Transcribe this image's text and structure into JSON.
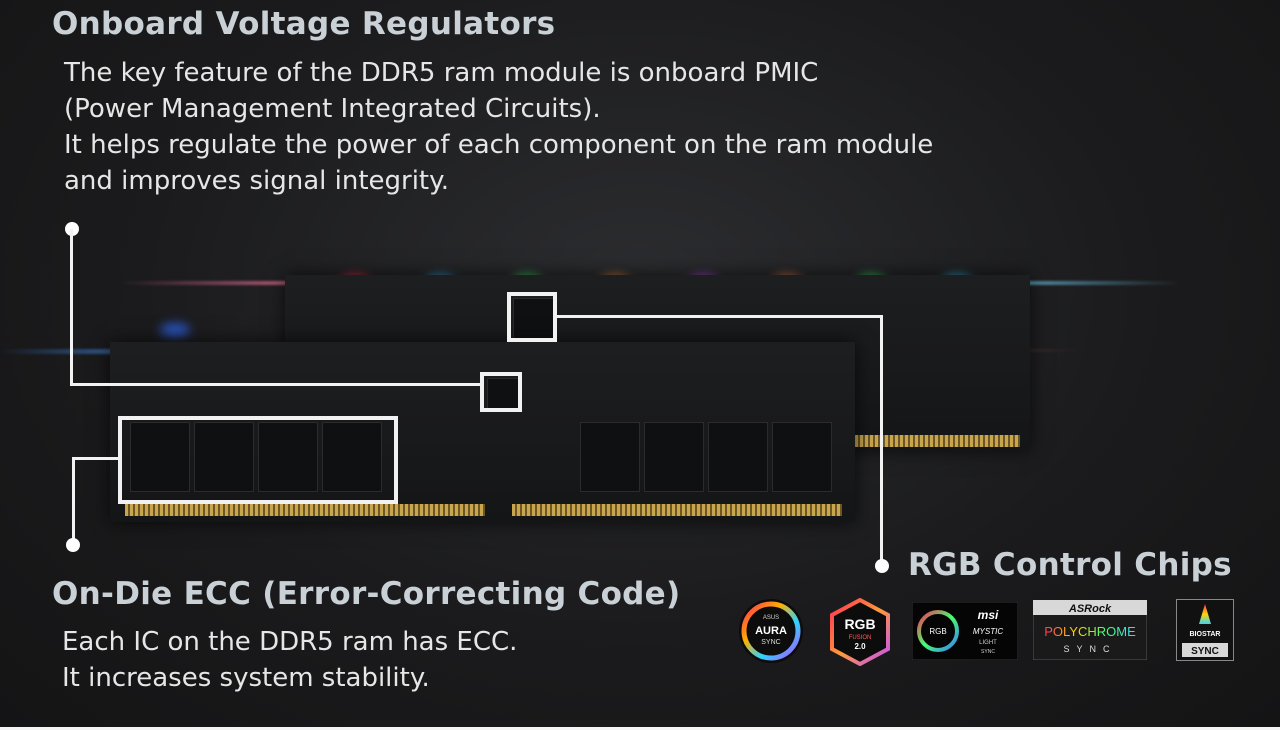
{
  "top_section": {
    "title": "Onboard Voltage Regulators",
    "lines": [
      "The key feature of the DDR5 ram module is onboard PMIC",
      "(Power Management Integrated Circuits).",
      "It helps regulate the power of each component on the ram module",
      "and improves signal integrity."
    ]
  },
  "ecc_section": {
    "title": "On-Die ECC (Error-Correcting Code)",
    "lines": [
      "Each IC on the DDR5 ram has ECC.",
      "It increases system stability."
    ]
  },
  "rgb_section": {
    "title": "RGB Control Chips",
    "logos": [
      {
        "icon": "asus-aura-sync-logo",
        "top": "ASUS",
        "main": "AURA",
        "sub": "SYNC"
      },
      {
        "icon": "gigabyte-rgb-fusion-logo",
        "main": "RGB",
        "sub": "FUSION",
        "ver": "2.0"
      },
      {
        "icon": "msi-mystic-light-logo",
        "ring": "RGB",
        "brand": "msi",
        "main": "MYSTIC",
        "sub": "LIGHT",
        "sub2": "SYNC"
      },
      {
        "icon": "asrock-polychrome-sync-logo",
        "brand": "ASRock",
        "main": "POLYCHROME",
        "sub": "SYNC"
      },
      {
        "icon": "biostar-sync-logo",
        "brand": "BIOSTAR",
        "main": "SYNC"
      }
    ]
  },
  "colors": {
    "background": "#1b1b1d",
    "heading": "#c9d1d6",
    "text": "#e6e6e6",
    "callout_lines": "#f2f2f2",
    "led_colors": [
      "#ff3355",
      "#35b8ff",
      "#45ff70",
      "#ff9a3a",
      "#c44dff",
      "#ff5ad0",
      "#3ad4ff"
    ]
  }
}
